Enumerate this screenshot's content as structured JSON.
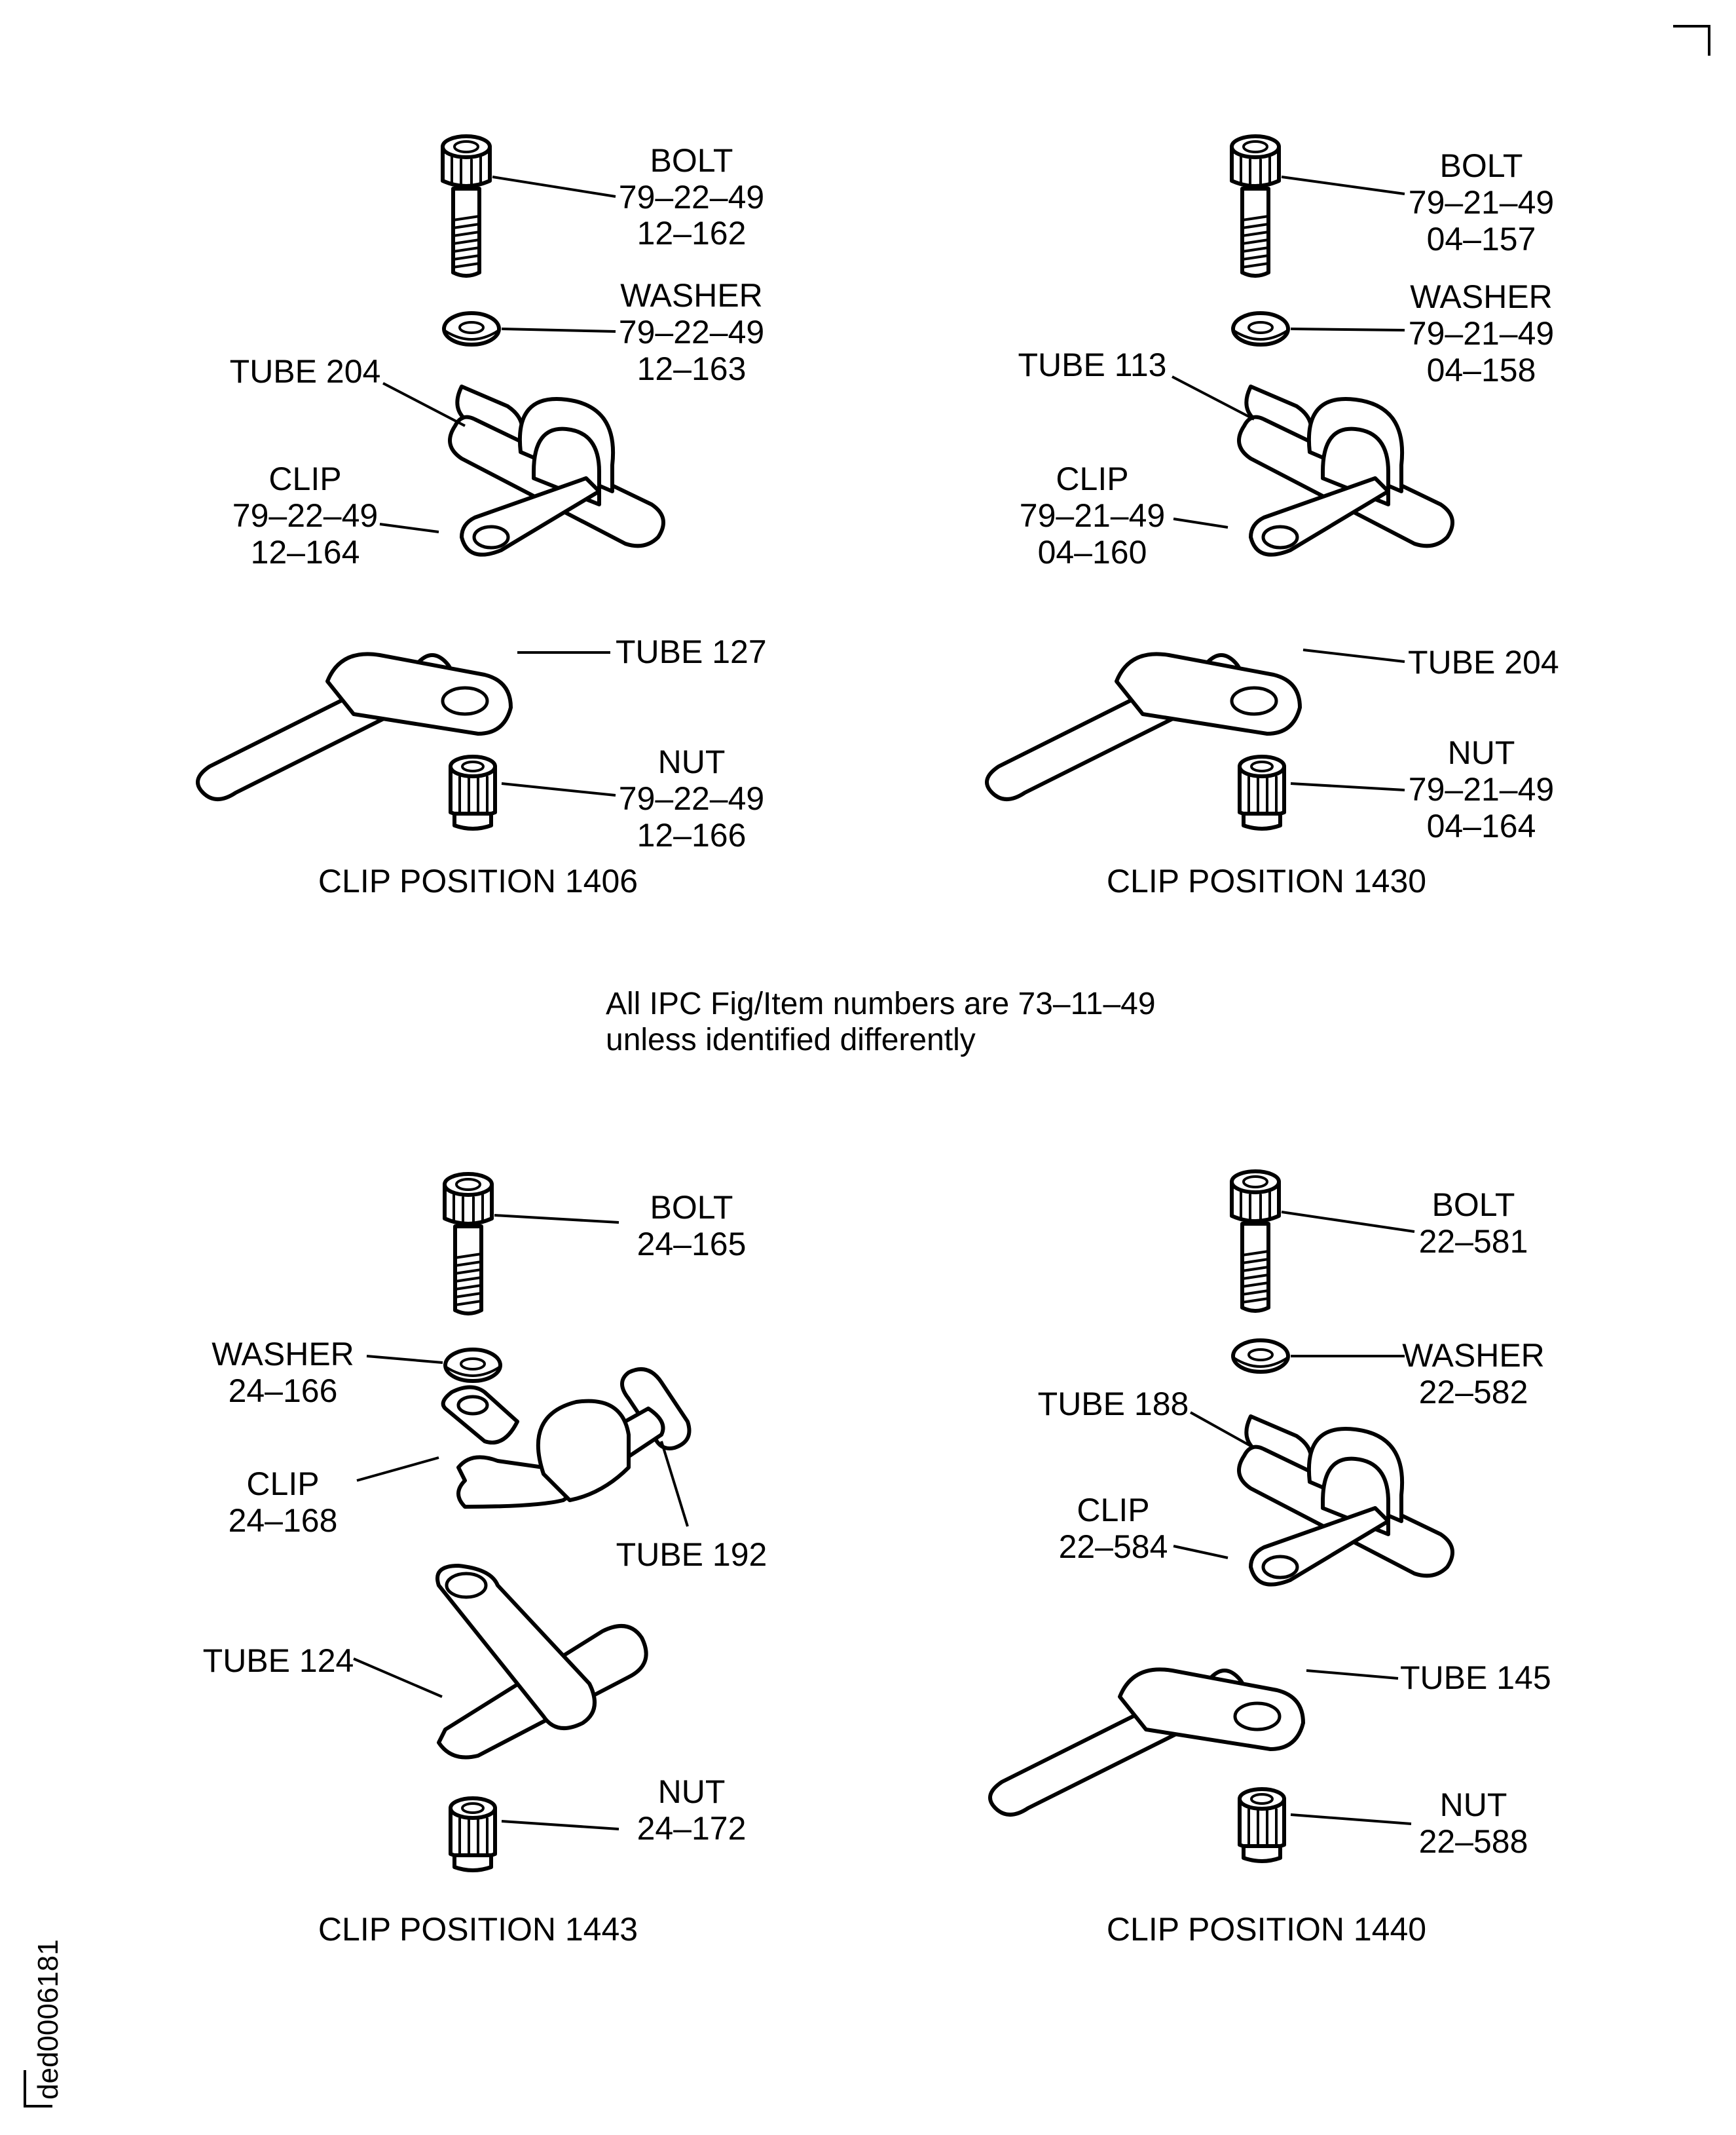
{
  "note": {
    "line1": "All IPC Fig/Item numbers are 73–11–49",
    "line2": "unless identified differently"
  },
  "drawing_code": "ded0006181",
  "panels": {
    "p1406": {
      "caption": "CLIP POSITION 1406",
      "bolt": [
        "BOLT",
        "79–22–49",
        "12–162"
      ],
      "washer": [
        "WASHER",
        "79–22–49",
        "12–163"
      ],
      "tube_top": "TUBE 204",
      "clip": [
        "CLIP",
        "79–22–49",
        "12–164"
      ],
      "tube_bottom": "TUBE 127",
      "nut": [
        "NUT",
        "79–22–49",
        "12–166"
      ]
    },
    "p1430": {
      "caption": "CLIP POSITION 1430",
      "bolt": [
        "BOLT",
        "79–21–49",
        "04–157"
      ],
      "washer": [
        "WASHER",
        "79–21–49",
        "04–158"
      ],
      "tube_top": "TUBE 113",
      "clip": [
        "CLIP",
        "79–21–49",
        "04–160"
      ],
      "tube_bottom": "TUBE 204",
      "nut": [
        "NUT",
        "79–21–49",
        "04–164"
      ]
    },
    "p1443": {
      "caption": "CLIP POSITION 1443",
      "bolt": [
        "BOLT",
        "24–165"
      ],
      "washer": [
        "WASHER",
        "24–166"
      ],
      "clip": [
        "CLIP",
        "24–168"
      ],
      "tube_right": "TUBE 192",
      "tube_left": "TUBE 124",
      "nut": [
        "NUT",
        "24–172"
      ]
    },
    "p1440": {
      "caption": "CLIP POSITION 1440",
      "bolt": [
        "BOLT",
        "22–581"
      ],
      "washer": [
        "WASHER",
        "22–582"
      ],
      "tube_top": "TUBE 188",
      "clip": [
        "CLIP",
        "22–584"
      ],
      "tube_bottom": "TUBE 145",
      "nut": [
        "NUT",
        "22–588"
      ]
    }
  }
}
